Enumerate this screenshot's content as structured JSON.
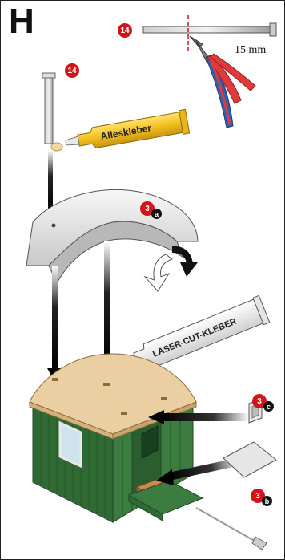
{
  "step": {
    "letter": "H"
  },
  "parts": {
    "rod": {
      "number": "14",
      "length_label": "15 mm"
    },
    "roof": {
      "number": "3",
      "sub": "a"
    },
    "window_panel": {
      "number": "3",
      "sub": "c"
    },
    "step_plate": {
      "number": "3",
      "sub": "b"
    }
  },
  "glues": {
    "tube1": "Alleskleber",
    "tube2": "LASER-CUT-KLEBER"
  },
  "colors": {
    "badge": "#d0161b",
    "hut_green": "#2f6a34",
    "roof_wood": "#e9cfa2",
    "glue_yellow": "#f2c01f",
    "pliers_red": "#e13a3a",
    "pliers_blue": "#2f5fb3"
  }
}
